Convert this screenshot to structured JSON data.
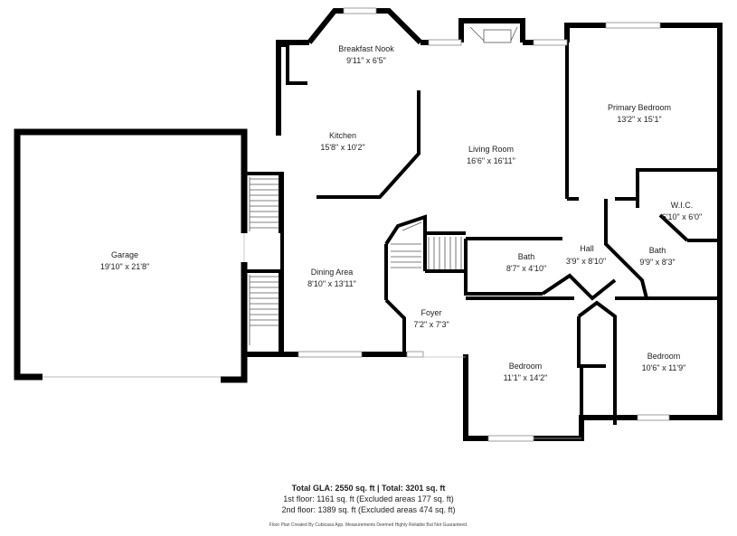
{
  "rooms": {
    "breakfast_nook": {
      "name": "Breakfast Nook",
      "dim": "9'11\" x 6'5\""
    },
    "kitchen": {
      "name": "Kitchen",
      "dim": "15'8\" x 10'2\""
    },
    "living_room": {
      "name": "Living Room",
      "dim": "16'6\" x 16'11\""
    },
    "primary_bedroom": {
      "name": "Primary Bedroom",
      "dim": "13'2\" x 15'1\""
    },
    "wic": {
      "name": "W.I.C.",
      "dim": "6'10\" x 6'0\""
    },
    "bath_master": {
      "name": "Bath",
      "dim": "9'9\" x 8'3\""
    },
    "hall": {
      "name": "Hall",
      "dim": "3'9\" x 8'10\""
    },
    "bath_hall": {
      "name": "Bath",
      "dim": "8'7\" x 4'10\""
    },
    "garage": {
      "name": "Garage",
      "dim": "19'10\" x 21'8\""
    },
    "dining_area": {
      "name": "Dining Area",
      "dim": "8'10\" x 13'11\""
    },
    "foyer": {
      "name": "Foyer",
      "dim": "7'2\" x 7'3\""
    },
    "bedroom_left": {
      "name": "Bedroom",
      "dim": "11'1\" x 14'2\""
    },
    "bedroom_right": {
      "name": "Bedroom",
      "dim": "10'6\" x 11'9\""
    }
  },
  "footer": {
    "total": "Total GLA: 2550 sq. ft | Total: 3201 sq. ft",
    "first_floor": "1st floor: 1161 sq. ft (Excluded areas 177 sq. ft)",
    "second_floor": "2nd floor: 1389 sq. ft (Excluded areas 474 sq. ft)",
    "credit": "Floor Plan Created By Cubicasa App. Measurements Deemed Highly Reliable But Not Guaranteed."
  }
}
